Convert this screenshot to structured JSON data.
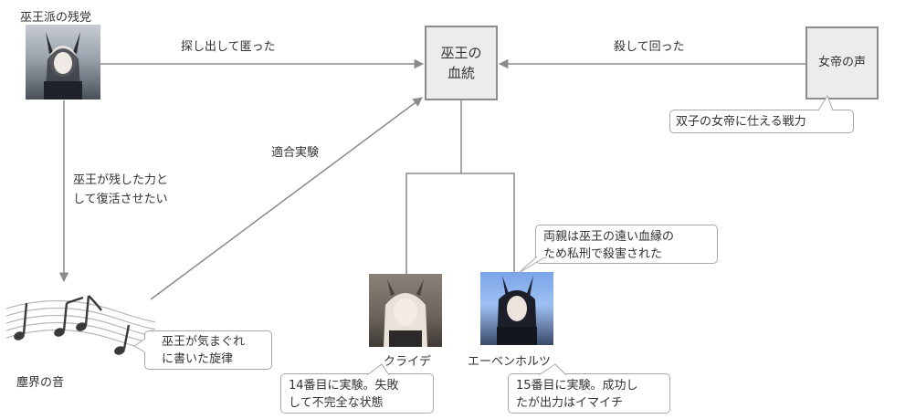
{
  "nodes": {
    "remnant": {
      "label": "巫王派の残党",
      "icon": "remnant-portrait"
    },
    "bloodline": {
      "line1": "巫王の",
      "line2": "血統"
    },
    "empress": {
      "label": "女帝の声"
    },
    "sound": {
      "label": "塵界の音",
      "icon": "music-notes"
    },
    "klaide": {
      "label": "クライデ",
      "icon": "klaide-portrait"
    },
    "ebenholz": {
      "label": "エーベンホルツ",
      "icon": "ebenholz-portrait"
    }
  },
  "edges": {
    "remnant_to_bloodline": "探し出して匿った",
    "empress_to_bloodline": "殺して回った",
    "remnant_to_sound_line1": "巫王が残した力と",
    "remnant_to_sound_line2": "して復活させたい",
    "sound_to_bloodline": "適合実験"
  },
  "callouts": {
    "empress": "双子の女帝に仕える戦力",
    "ebenholz_top_line1": "両親は巫王の遠い血縁の",
    "ebenholz_top_line2": "ため私刑で殺害された",
    "sound_line1": "巫王が気まぐれ",
    "sound_line2": "に書いた旋律",
    "klaide_line1": "14番目に実験。失敗",
    "klaide_line2": "して不完全な状態",
    "ebenholz_bottom_line1": "15番目に実験。成功し",
    "ebenholz_bottom_line2": "たが出力はイマイチ"
  },
  "colors": {
    "line": "#8a8a8a",
    "box_fill": "#ececec",
    "box_border": "#8c8c8c"
  }
}
